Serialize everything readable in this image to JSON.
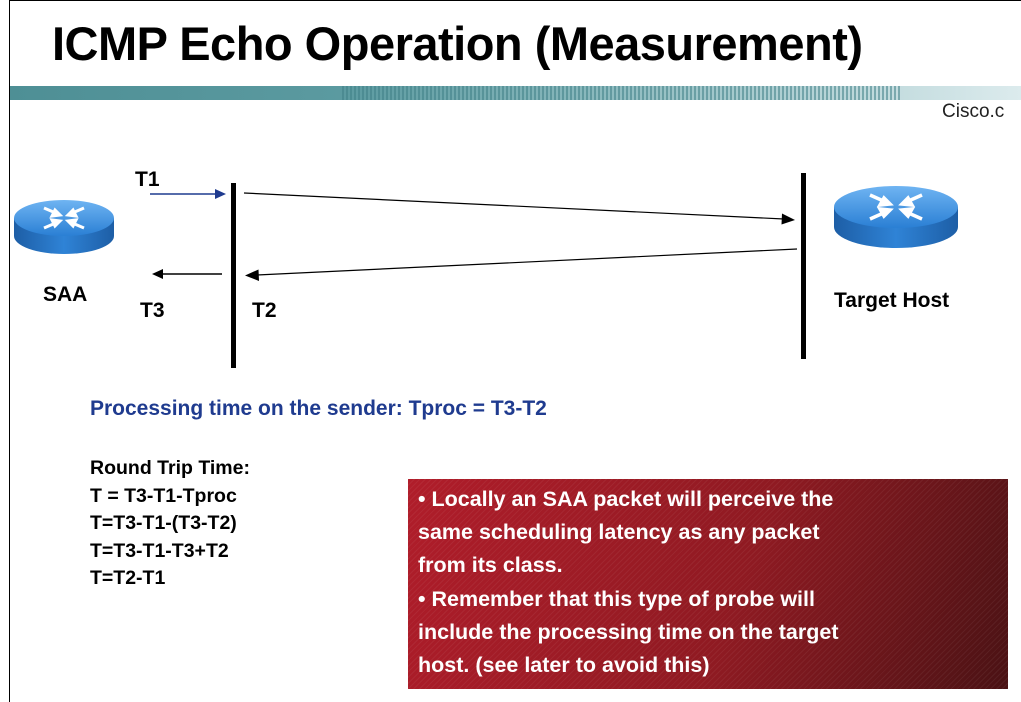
{
  "slide": {
    "title": "ICMP Echo Operation (Measurement)",
    "brand": "Cisco.c"
  },
  "diagram": {
    "sender_label": "SAA",
    "target_label": "Target Host",
    "t1": "T1",
    "t2": "T2",
    "t3": "T3"
  },
  "processing": {
    "text": "Processing time on the sender: Tproc = T3-T2",
    "color": "#1f3b8f"
  },
  "round_trip": {
    "heading": "Round Trip Time:",
    "lines": [
      "T = T3-T1-Tproc",
      "T=T3-T1-(T3-T2)",
      "T=T3-T1-T3+T2",
      "T=T2-T1"
    ]
  },
  "note_box": {
    "lines": [
      "• Locally an SAA packet will perceive the",
      "same scheduling latency as any packet",
      "from its class.",
      "• Remember that this type of probe will",
      "include the processing time on the target",
      "host. (see later to avoid this)"
    ],
    "color": "#a3202b"
  },
  "colors": {
    "band": "#5b9aa0",
    "router": "#2a7fd4",
    "arrow_t1": "#1f3b8f"
  },
  "icons": [
    "router-icon",
    "router-icon"
  ]
}
